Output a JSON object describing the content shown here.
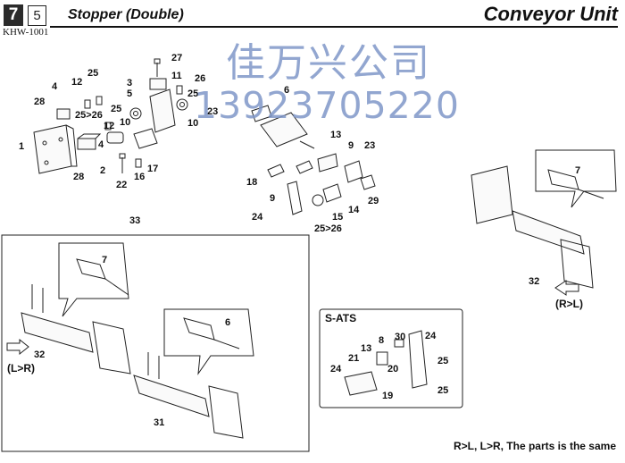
{
  "header": {
    "section_number": "7",
    "page_number": "5",
    "title": "Stopper (Double)",
    "unit": "Conveyor Unit",
    "model": "KHW-1001"
  },
  "watermark": {
    "name": "佳万兴公司",
    "phone": "13923705220"
  },
  "callouts": [
    "1",
    "2",
    "3",
    "4",
    "5",
    "6",
    "7",
    "8",
    "9",
    "10",
    "11",
    "12",
    "13",
    "14",
    "15",
    "16",
    "17",
    "18",
    "19",
    "20",
    "21",
    "22",
    "23",
    "24",
    "25",
    "26",
    "27",
    "28",
    "29",
    "30",
    "31",
    "32",
    "33",
    "25>26"
  ],
  "boxes": {
    "sats_title": "S-ATS"
  },
  "direction_labels": {
    "left_to_right": "(L>R)",
    "right_to_left": "(R>L)"
  },
  "footer_note": "R>L, L>R, The parts is the same",
  "colors": {
    "line": "#222222",
    "watermark": "#7f97c8",
    "header_box": "#2b2b2b"
  }
}
